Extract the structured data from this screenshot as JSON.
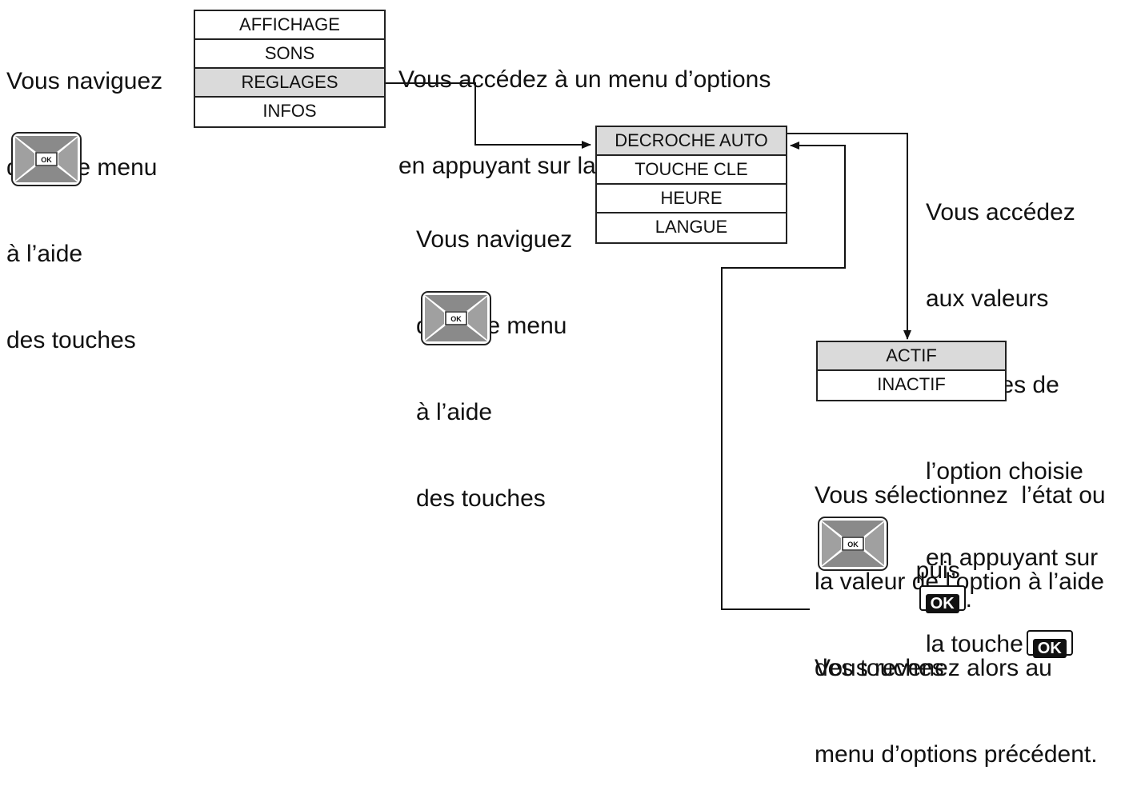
{
  "main_menu": {
    "items": [
      "AFFICHAGE",
      "SONS",
      "REGLAGES",
      "INFOS"
    ],
    "selected_index": 2
  },
  "options_menu": {
    "items": [
      "DECROCHE AUTO",
      "TOUCHE CLE",
      "HEURE",
      "LANGUE"
    ],
    "selected_index": 0
  },
  "values_menu": {
    "items": [
      "ACTIF",
      "INACTIF"
    ],
    "selected_index": 0
  },
  "texts": {
    "nav_main": [
      "Vous naviguez",
      "dans ce menu",
      "à l’aide",
      "des touches"
    ],
    "access_options": [
      "Vous accédez à un menu d’options",
      "en appuyant sur la touche"
    ],
    "nav_options": [
      "Vous naviguez",
      "dans ce menu",
      "à l’aide",
      "des touches"
    ],
    "access_values": [
      "Vous accédez",
      "aux valeurs",
      "possibles de",
      "l’option choisie",
      "en appuyant sur",
      "la touche"
    ],
    "select_value": [
      "Vous sélectionnez  l’état ou",
      "la valeur de l’option à l’aide",
      "des touches"
    ],
    "then": "puis",
    "return": [
      "Vous revenez alors au",
      "menu d’options précédent."
    ],
    "period": "."
  },
  "keys": {
    "ok_label": "OK",
    "pad_center_label": "OK"
  }
}
